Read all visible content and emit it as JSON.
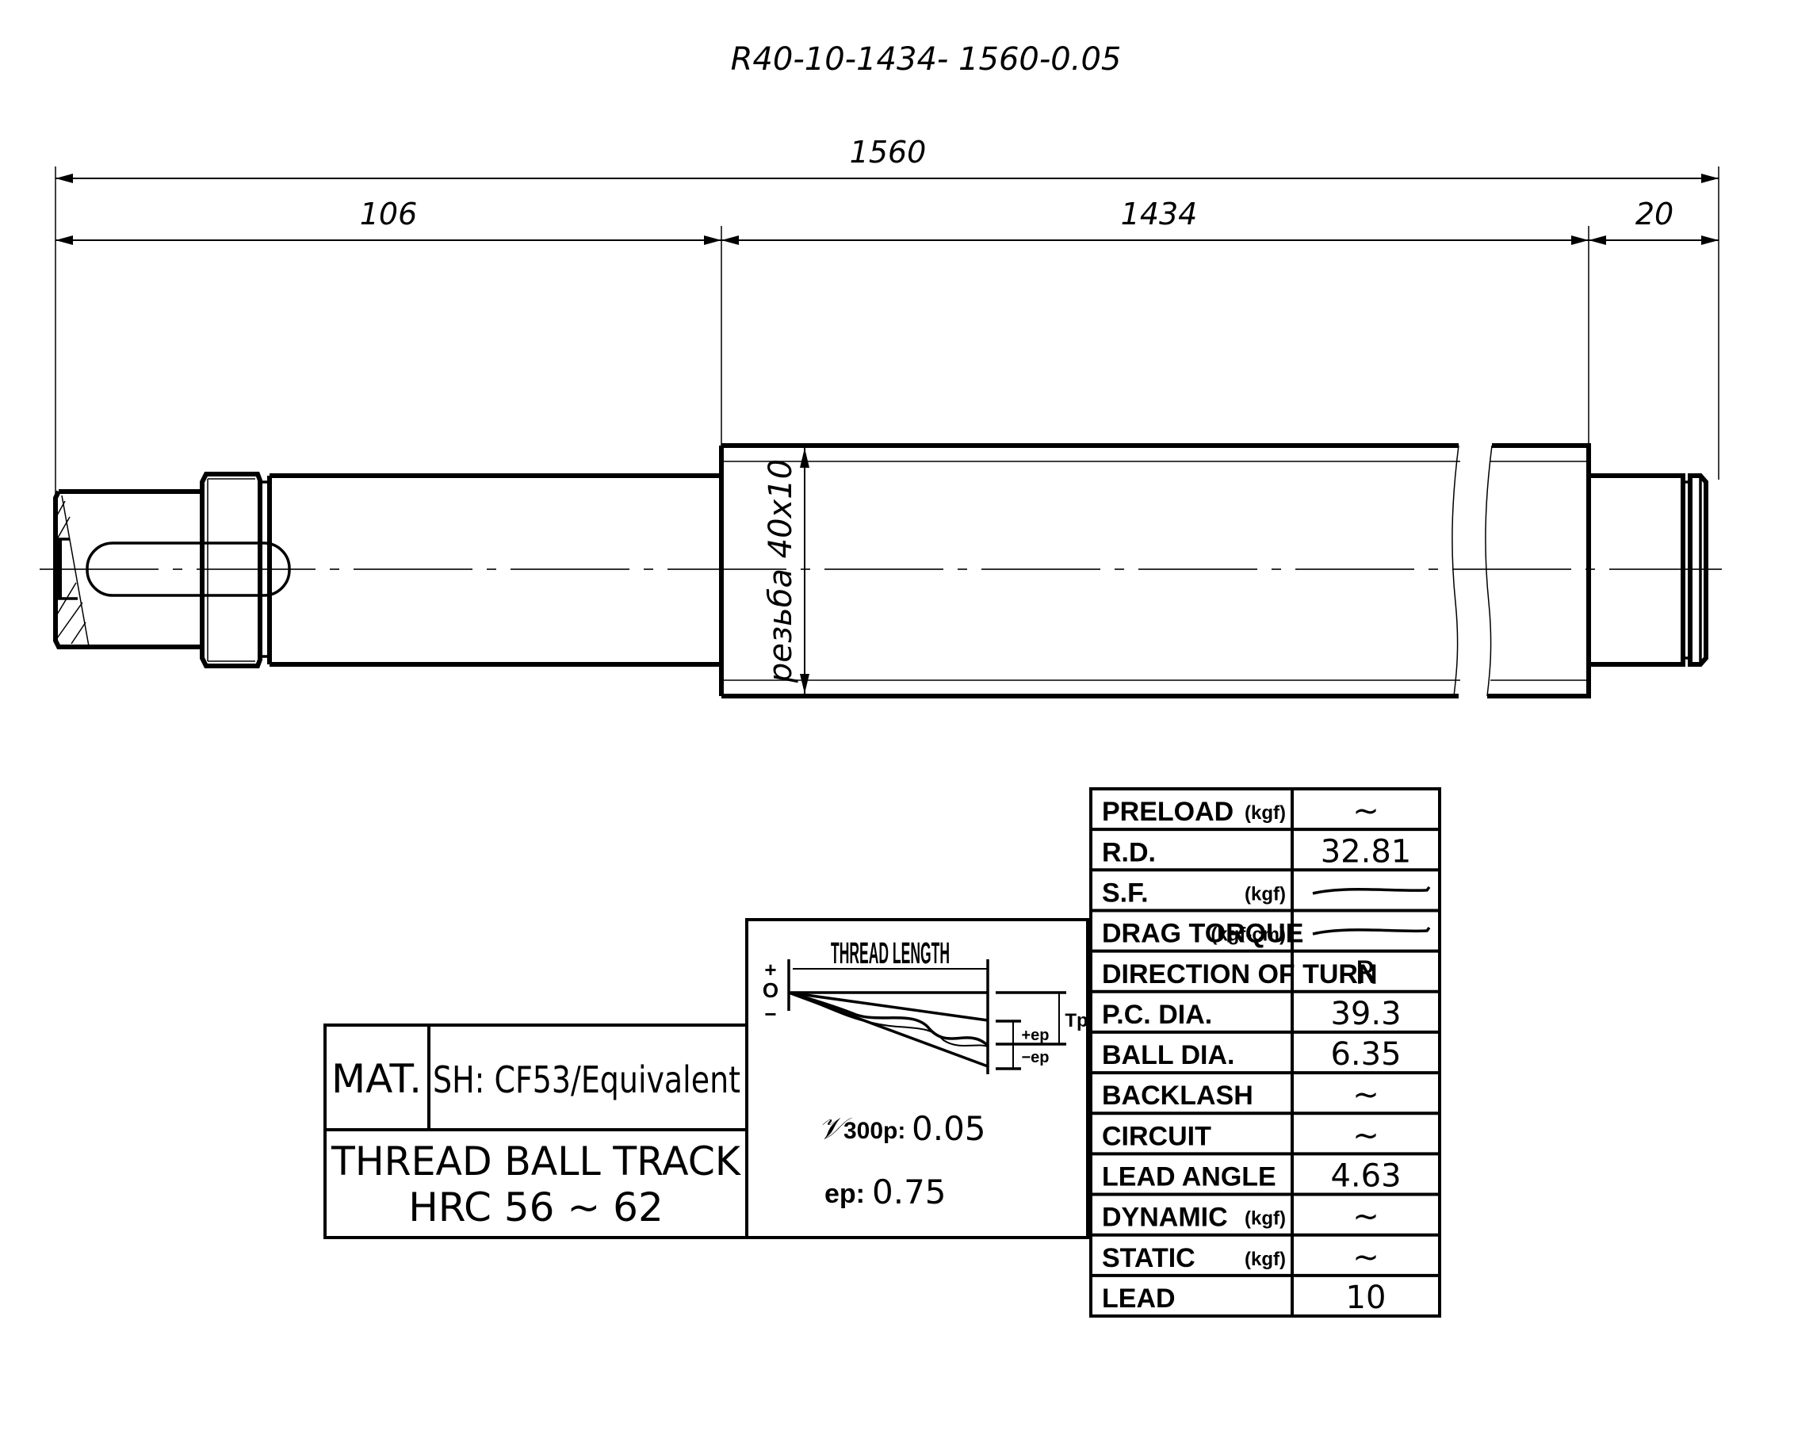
{
  "drawing": {
    "title": "R40-10-1434- 1560-0.05",
    "thread_note": "резьба 40x10",
    "colors": {
      "line": "#000000",
      "centerline": "#333333",
      "background": "#ffffff"
    }
  },
  "dimensions": {
    "overall": "1560",
    "left_end": "106",
    "thread": "1434",
    "right_end": "20"
  },
  "material_block": {
    "mat_label": "MAT.",
    "mat_value": "SH: CF53/Equivalent",
    "hardness_line1": "THREAD  BALL  TRACK",
    "hardness_line2": "HRC  56  ~  62"
  },
  "tolerance_block": {
    "title": "THREAD LENGTH",
    "plus": "+",
    "zero": "O",
    "minus": "−",
    "tp": "Tp",
    "plus_ep": "+ep",
    "minus_ep": "−ep",
    "v300p_symbol": "𝒱",
    "v300p_label": "300p:",
    "v300p_value": "0.05",
    "ep_label": "ep:",
    "ep_value": "0.75"
  },
  "spec_table": {
    "rows": [
      {
        "label": "PRELOAD",
        "unit": "(kgf)",
        "value": "~"
      },
      {
        "label": "R.D.",
        "unit": "",
        "value": "32.81"
      },
      {
        "label": "S.F.",
        "unit": "(kgf)",
        "value": "—"
      },
      {
        "label": "DRAG TORQUE",
        "unit": "(kgf-cm)",
        "value": "—"
      },
      {
        "label": "DIRECTION OF TURN",
        "unit": "",
        "value": "R"
      },
      {
        "label": "P.C. DIA.",
        "unit": "",
        "value": "39.3"
      },
      {
        "label": "BALL DIA.",
        "unit": "",
        "value": "6.35"
      },
      {
        "label": "BACKLASH",
        "unit": "",
        "value": "~"
      },
      {
        "label": "CIRCUIT",
        "unit": "",
        "value": "~"
      },
      {
        "label": "LEAD ANGLE",
        "unit": "",
        "value": "4.63"
      },
      {
        "label": "DYNAMIC",
        "unit": "(kgf)",
        "value": "~"
      },
      {
        "label": "STATIC",
        "unit": "(kgf)",
        "value": "~"
      },
      {
        "label": "LEAD",
        "unit": "",
        "value": "10"
      }
    ]
  }
}
